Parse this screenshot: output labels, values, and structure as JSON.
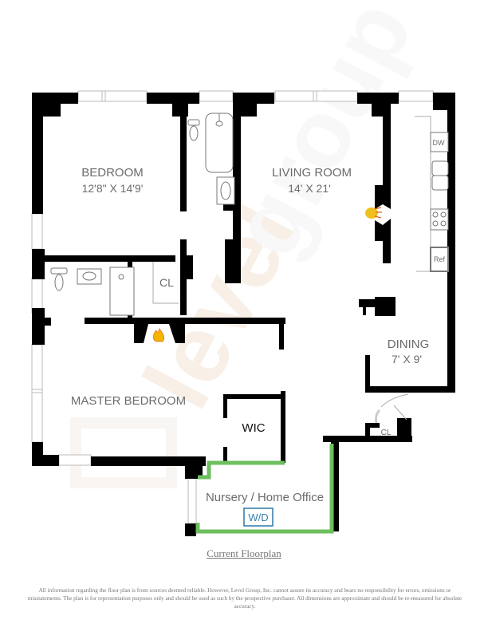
{
  "rooms": {
    "bedroom": {
      "name": "BEDROOM",
      "dimensions": "12'8\" X 14'9'"
    },
    "living_room": {
      "name": "LIVING ROOM",
      "dimensions": "14' X 21'"
    },
    "dining": {
      "name": "DINING",
      "dimensions": "7' X 9'"
    },
    "master_bedroom": {
      "name": "MASTER BEDROOM"
    },
    "wic": {
      "name": "WIC"
    },
    "closet_hall": {
      "name": "CL"
    },
    "closet_entry": {
      "name": "CL"
    },
    "nursery": {
      "name": "Nursery / Home Office",
      "highlight_color": "#6dbf5e"
    },
    "washer_dryer": {
      "name": "W/D",
      "color": "#3b7fae"
    }
  },
  "appliances": {
    "dishwasher": "DW",
    "refrigerator": "Ref"
  },
  "icons": [
    "fireplace-icon",
    "fireplace-icon",
    "toilet-icon",
    "bathtub-icon",
    "sink-icon",
    "stove-icon"
  ],
  "caption": "Current Floorplan",
  "disclaimer": "All information regarding the floor plan is from sources deemed reliable. However, Level Group, Inc. cannot assure its accuracy and bears no responsibility for errors, omissions or misstatements. The plan is for representation purposes only and should be used as such by the prospective purchaser. All dimensions are approximate and should be re-measured for absolute accuracy.",
  "colors": {
    "wall": "#000000",
    "label": "#6b6b6b",
    "nursery_outline": "#6dbf5e",
    "wd_box": "#3b7fae",
    "watermark": "#f6e6d6"
  }
}
